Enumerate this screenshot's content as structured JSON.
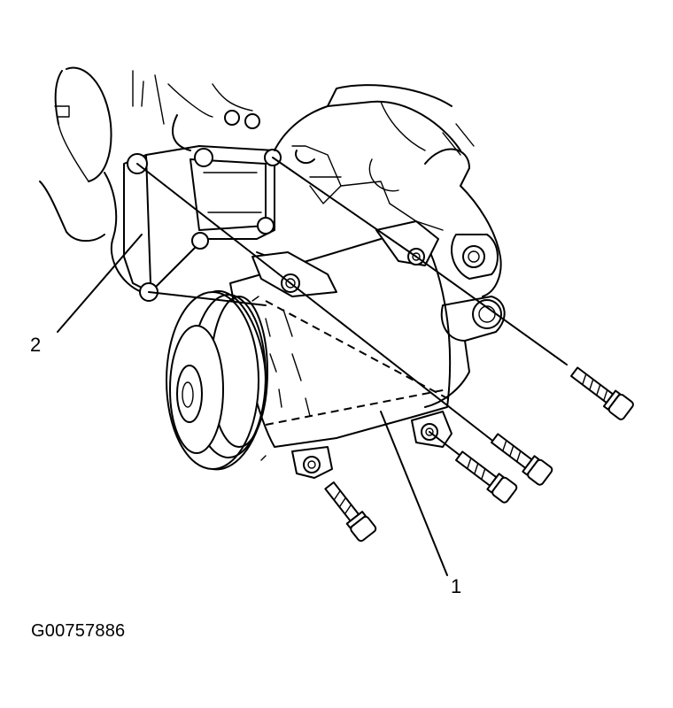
{
  "figure": {
    "id_label": "G00757886",
    "callouts": [
      {
        "number": "1",
        "part": "compressor"
      },
      {
        "number": "2",
        "part": "mounting-bracket"
      }
    ],
    "bolt_count": 4
  }
}
